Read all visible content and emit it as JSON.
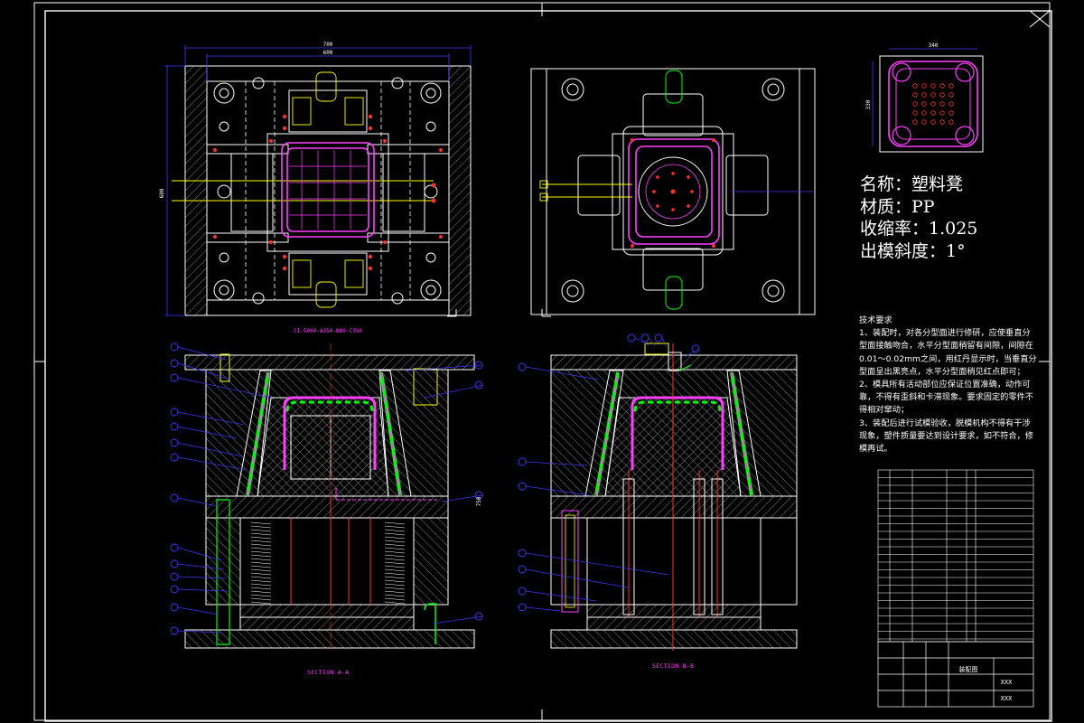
{
  "part_info": {
    "name": "名称：塑料凳",
    "material": "材质：PP",
    "shrinkage": "收缩率：1.025",
    "draft_angle": "出模斜度：1°"
  },
  "tech_requirements": {
    "heading": "技术要求",
    "items": [
      "1、装配时，对各分型面进行修研，应使垂直分型面接触吻合，水平分型面稍留有间隙，间隙在0.01～0.02mm之间，用红丹显示时，当垂直分型面呈出黑亮点，水平分型面稍见红点即可；",
      "2、模具所有活动部位应保证位置准确，动作可靠，不得有歪斜和卡滞现象。要求固定的零件不得相对窜动；",
      "3、装配后进行试模验收，脱模机构不得有干涉现象，塑件质量要达到设计要求，如不符合，修模再试。"
    ]
  },
  "views": {
    "section_a": "SECTION A-A",
    "section_b": "SECTION B-B",
    "mold_base_code": "CI-5060-A350-B80-C350"
  },
  "dimensions": {
    "top_overall": "700",
    "top_inner": "600",
    "left_height": "600",
    "part_width": "340",
    "part_height": "330",
    "section_height": "750"
  },
  "title_block": {
    "drawing_name": "装配图",
    "code_1": "XXX",
    "code_2": "XXX"
  },
  "colors": {
    "frame": "#ffffff",
    "outline": "#ffffff",
    "hatch": "#7f7f7f",
    "part": "#ff3fff",
    "cooling": "#00ff00",
    "leader": "#3a3aff",
    "balloon": "#3a3aff",
    "pin": "#ff3030",
    "bolt": "#ffff00",
    "dim": "#3a3aff"
  }
}
